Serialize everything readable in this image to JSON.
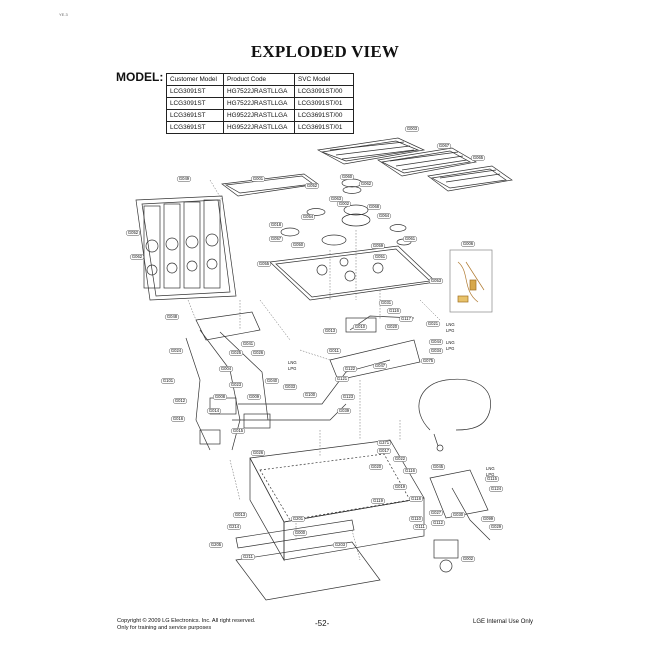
{
  "corner_mark": "YE.3",
  "title": "EXPLODED VIEW",
  "model_label": "MODEL:",
  "model_table": {
    "headers": [
      "Customer Model",
      "Product Code",
      "SVC Model"
    ],
    "rows": [
      [
        "LCG3091ST",
        "HG7522JRASTLLGA",
        "LCG3091ST/00"
      ],
      [
        "LCG3091ST",
        "HG7522JRASTLLGA",
        "LCG3091ST/01"
      ],
      [
        "LCG3691ST",
        "HG9522JRASTLLGA",
        "LCG3691ST/00"
      ],
      [
        "LCG3691ST",
        "HG9522JRASTLLGA",
        "LCG3691ST/01"
      ]
    ]
  },
  "part_labels": [
    "G003",
    "G067",
    "G065",
    "G049",
    "G001",
    "G060",
    "G062",
    "G052",
    "G063",
    "G068",
    "G002",
    "G064",
    "G018",
    "G057",
    "G059",
    "G061",
    "G050",
    "G054",
    "G006",
    "G052",
    "G062",
    "G051",
    "G055",
    "G053",
    "G031",
    "G116",
    "G117",
    "G020",
    "G048",
    "G010",
    "G013",
    "G021",
    "G044",
    "G034",
    "G075",
    "G011",
    "G024",
    "G025",
    "G026",
    "G041",
    "G047",
    "G122",
    "G040",
    "G101",
    "G033",
    "G004",
    "G012",
    "G023",
    "G121",
    "G008",
    "G009",
    "G123",
    "G100",
    "G039",
    "G016",
    "G015",
    "G026",
    "G014",
    "G371",
    "G017",
    "G022",
    "G116",
    "G045",
    "G115",
    "G124",
    "G020",
    "G019",
    "G119",
    "G118",
    "G027",
    "G030",
    "G099",
    "G013",
    "G214",
    "G205",
    "G211",
    "G203",
    "G201",
    "G000",
    "G002",
    "G110",
    "G111",
    "G112",
    "G029"
  ],
  "fuel_labels": [
    "LNG",
    "LPG",
    "LNG",
    "LPG",
    "LNG",
    "LPG",
    "LNG",
    "LPG"
  ],
  "footer": {
    "copyright": "Copyright © 2009 LG Electronics. Inc. All right reserved.",
    "training": "Only for training and service purposes",
    "page_number": "-52-",
    "internal": "LGE Internal Use Only"
  }
}
